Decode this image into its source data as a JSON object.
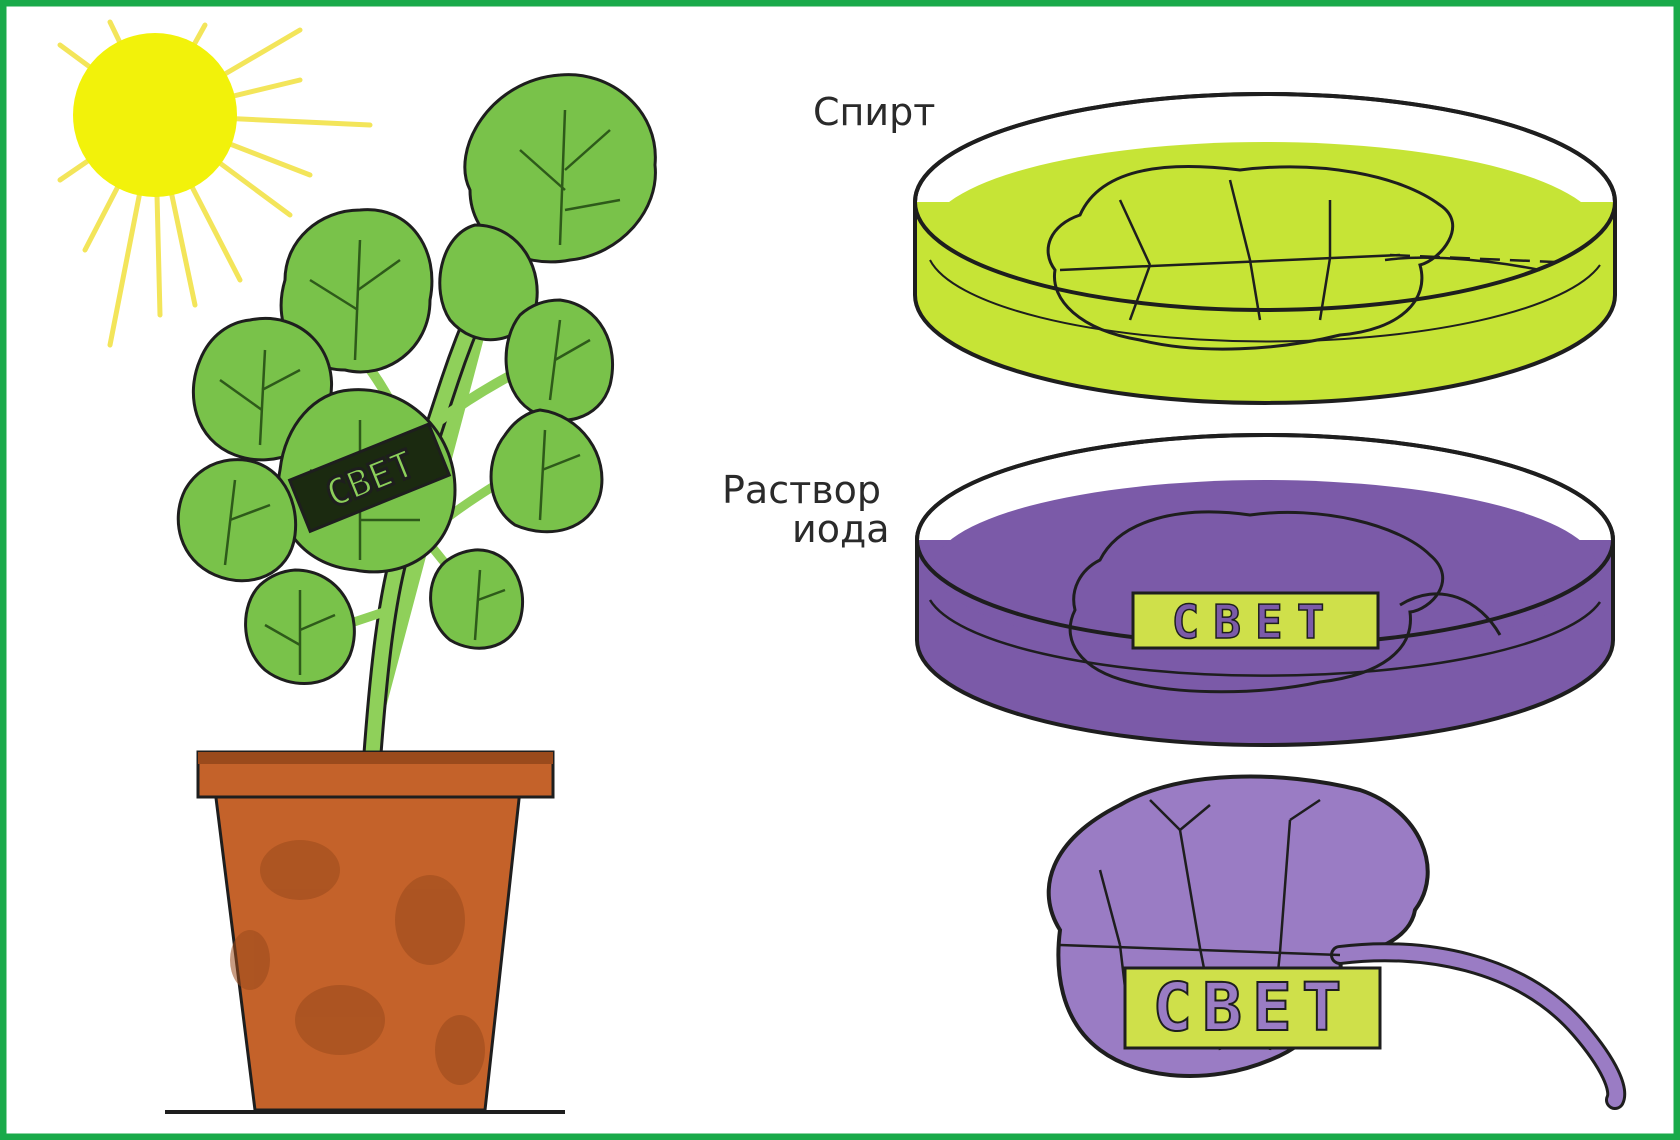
{
  "labels": {
    "alcohol": "Спирт",
    "iodine_line1": "Раствор",
    "iodine_line2": "иода"
  },
  "stencil_text": "СВЕТ",
  "colors": {
    "frame": "#1aaa4a",
    "sun": "#f2f20a",
    "sun_rays": "#f3e55a",
    "leaf_green": "#79c24a",
    "leaf_dark": "#4f8f2e",
    "pot": "#c4622a",
    "pot_dark": "#9a4a1c",
    "alcohol": "#c6e436",
    "iodine": "#7b5aa8",
    "leaf_purple": "#9a7cc4",
    "stencil_bg": "#cfe04a",
    "outline": "#1e1e1e"
  },
  "icons": [
    "sun-icon",
    "geranium-plant",
    "flower-pot",
    "petri-dish-alcohol",
    "petri-dish-iodine",
    "stained-leaf"
  ]
}
